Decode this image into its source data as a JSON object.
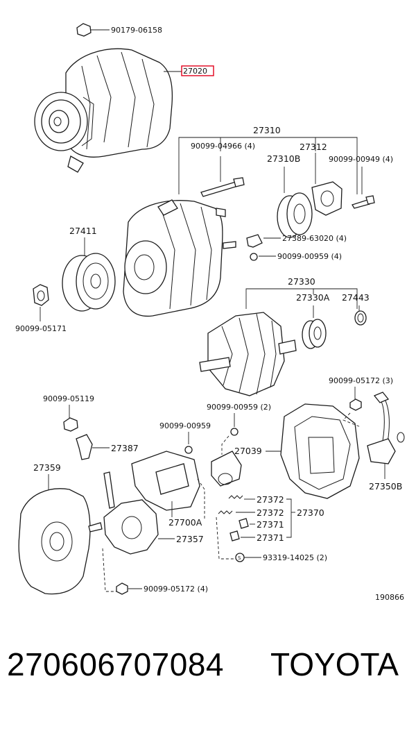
{
  "labels": {
    "p90179_06158": "90179-06158",
    "p27020": "27020",
    "p27310": "27310",
    "p90099_04966": "90099-04966 (4)",
    "p27312": "27312",
    "p27310B": "27310B",
    "p90099_00949": "90099-00949 (4)",
    "p27411": "27411",
    "p27389_63020": "27389-63020 (4)",
    "p90099_00959_4": "90099-00959 (4)",
    "p90099_05171": "90099-05171",
    "p27330": "27330",
    "p27330A": "27330A",
    "p27443": "27443",
    "p90099_05172_3": "90099-05172 (3)",
    "p90099_05119": "90099-05119",
    "p90099_00959_2": "90099-00959 (2)",
    "p90099_00959": "90099-00959",
    "p27387": "27387",
    "p27039": "27039",
    "p27359": "27359",
    "p27350B": "27350B",
    "p27372a": "27372",
    "p27372b": "27372",
    "p27370": "27370",
    "p27371a": "27371",
    "p27371b": "27371",
    "p27700A": "27700A",
    "p27357": "27357",
    "p93319_14025": "93319-14025 (2)",
    "p90099_05172_4": "90099-05172 (4)",
    "diagram_id": "190866"
  },
  "footer": {
    "part_number": "270606707084",
    "brand": "TOYOTA"
  },
  "highlight_color": "#e0001b"
}
